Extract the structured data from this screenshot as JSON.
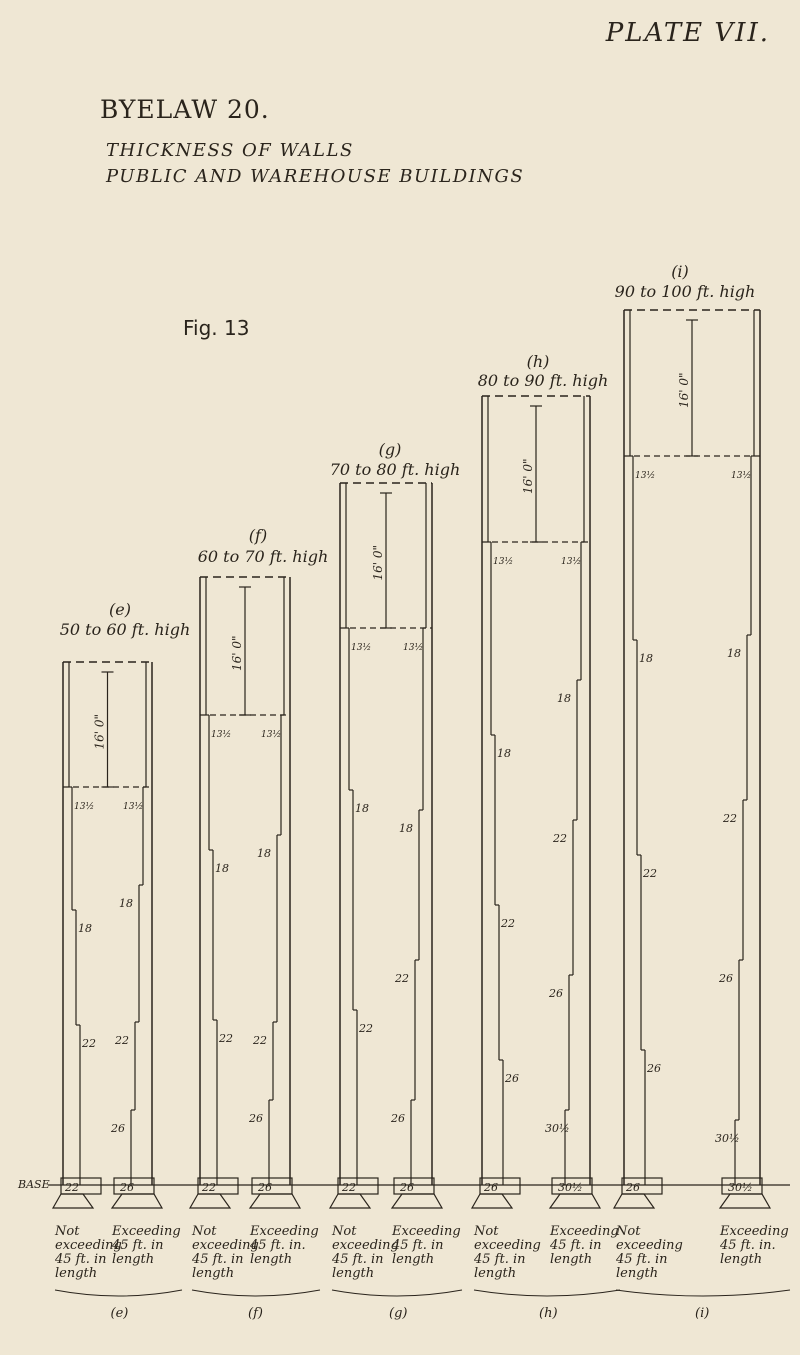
{
  "plate_label": "PLATE VII.",
  "byelaw_title": "BYELAW 20.",
  "subtitle_line1": "THICKNESS OF WALLS",
  "subtitle_line2": "PUBLIC AND WAREHOUSE BUILDINGS",
  "figure_label": "Fig. 13",
  "base_label": "BASE",
  "height_dim": "16' 0\"",
  "footer_label_not": "Not exceeding 45 ft. in length",
  "footer_label_exceeding": "Exceeding 45 ft. in length",
  "diagrams": [
    {
      "key": "e",
      "letter": "(e)",
      "height_label": "50 to 60 ft. high",
      "left_wall": [
        "13½",
        "18",
        "22"
      ],
      "right_wall": [
        "13½",
        "18",
        "22",
        "26"
      ],
      "footer_not": [
        "Not",
        "exceeding",
        "45 ft. in",
        "length"
      ],
      "footer_exc": [
        "Exceeding",
        "45 ft. in",
        "length"
      ],
      "footer_letter": "(e)"
    },
    {
      "key": "f",
      "letter": "(f)",
      "height_label": "60 to 70 ft. high",
      "left_wall": [
        "13½",
        "18",
        "22"
      ],
      "right_wall": [
        "13½",
        "18",
        "22",
        "26"
      ],
      "footer_not": [
        "Not",
        "exceeding",
        "45 ft. in",
        "length"
      ],
      "footer_exc": [
        "Exceeding",
        "45 ft. in.",
        "length"
      ],
      "footer_letter": "(f)"
    },
    {
      "key": "g",
      "letter": "(g)",
      "height_label": "70 to 80 ft. high",
      "left_wall": [
        "13½",
        "18",
        "22"
      ],
      "right_wall": [
        "13½",
        "18",
        "22",
        "26"
      ],
      "footer_not": [
        "Not",
        "exceeding",
        "45 ft. in",
        "length"
      ],
      "footer_exc": [
        "Exceeding",
        "45 ft. in",
        "length"
      ],
      "footer_letter": "(g)"
    },
    {
      "key": "h",
      "letter": "(h)",
      "height_label": "80 to 90 ft. high",
      "left_wall": [
        "13½",
        "18",
        "22",
        "26"
      ],
      "right_wall": [
        "13½",
        "18",
        "22",
        "26",
        "30½"
      ],
      "footer_not": [
        "Not",
        "exceeding",
        "45 ft. in",
        "length"
      ],
      "footer_exc": [
        "Exceeding",
        "45 ft. in",
        "length"
      ],
      "footer_letter": "(h)"
    },
    {
      "key": "i",
      "letter": "(i)",
      "height_label": "90 to 100 ft. high",
      "left_wall": [
        "13½",
        "18",
        "22",
        "26"
      ],
      "right_wall": [
        "13½",
        "18",
        "22",
        "26",
        "30½"
      ],
      "footer_not": [
        "Not",
        "exceeding",
        "45 ft. in",
        "length"
      ],
      "footer_exc": [
        "Exceeding",
        "45 ft. in.",
        "length"
      ],
      "footer_letter": "(i)"
    }
  ]
}
